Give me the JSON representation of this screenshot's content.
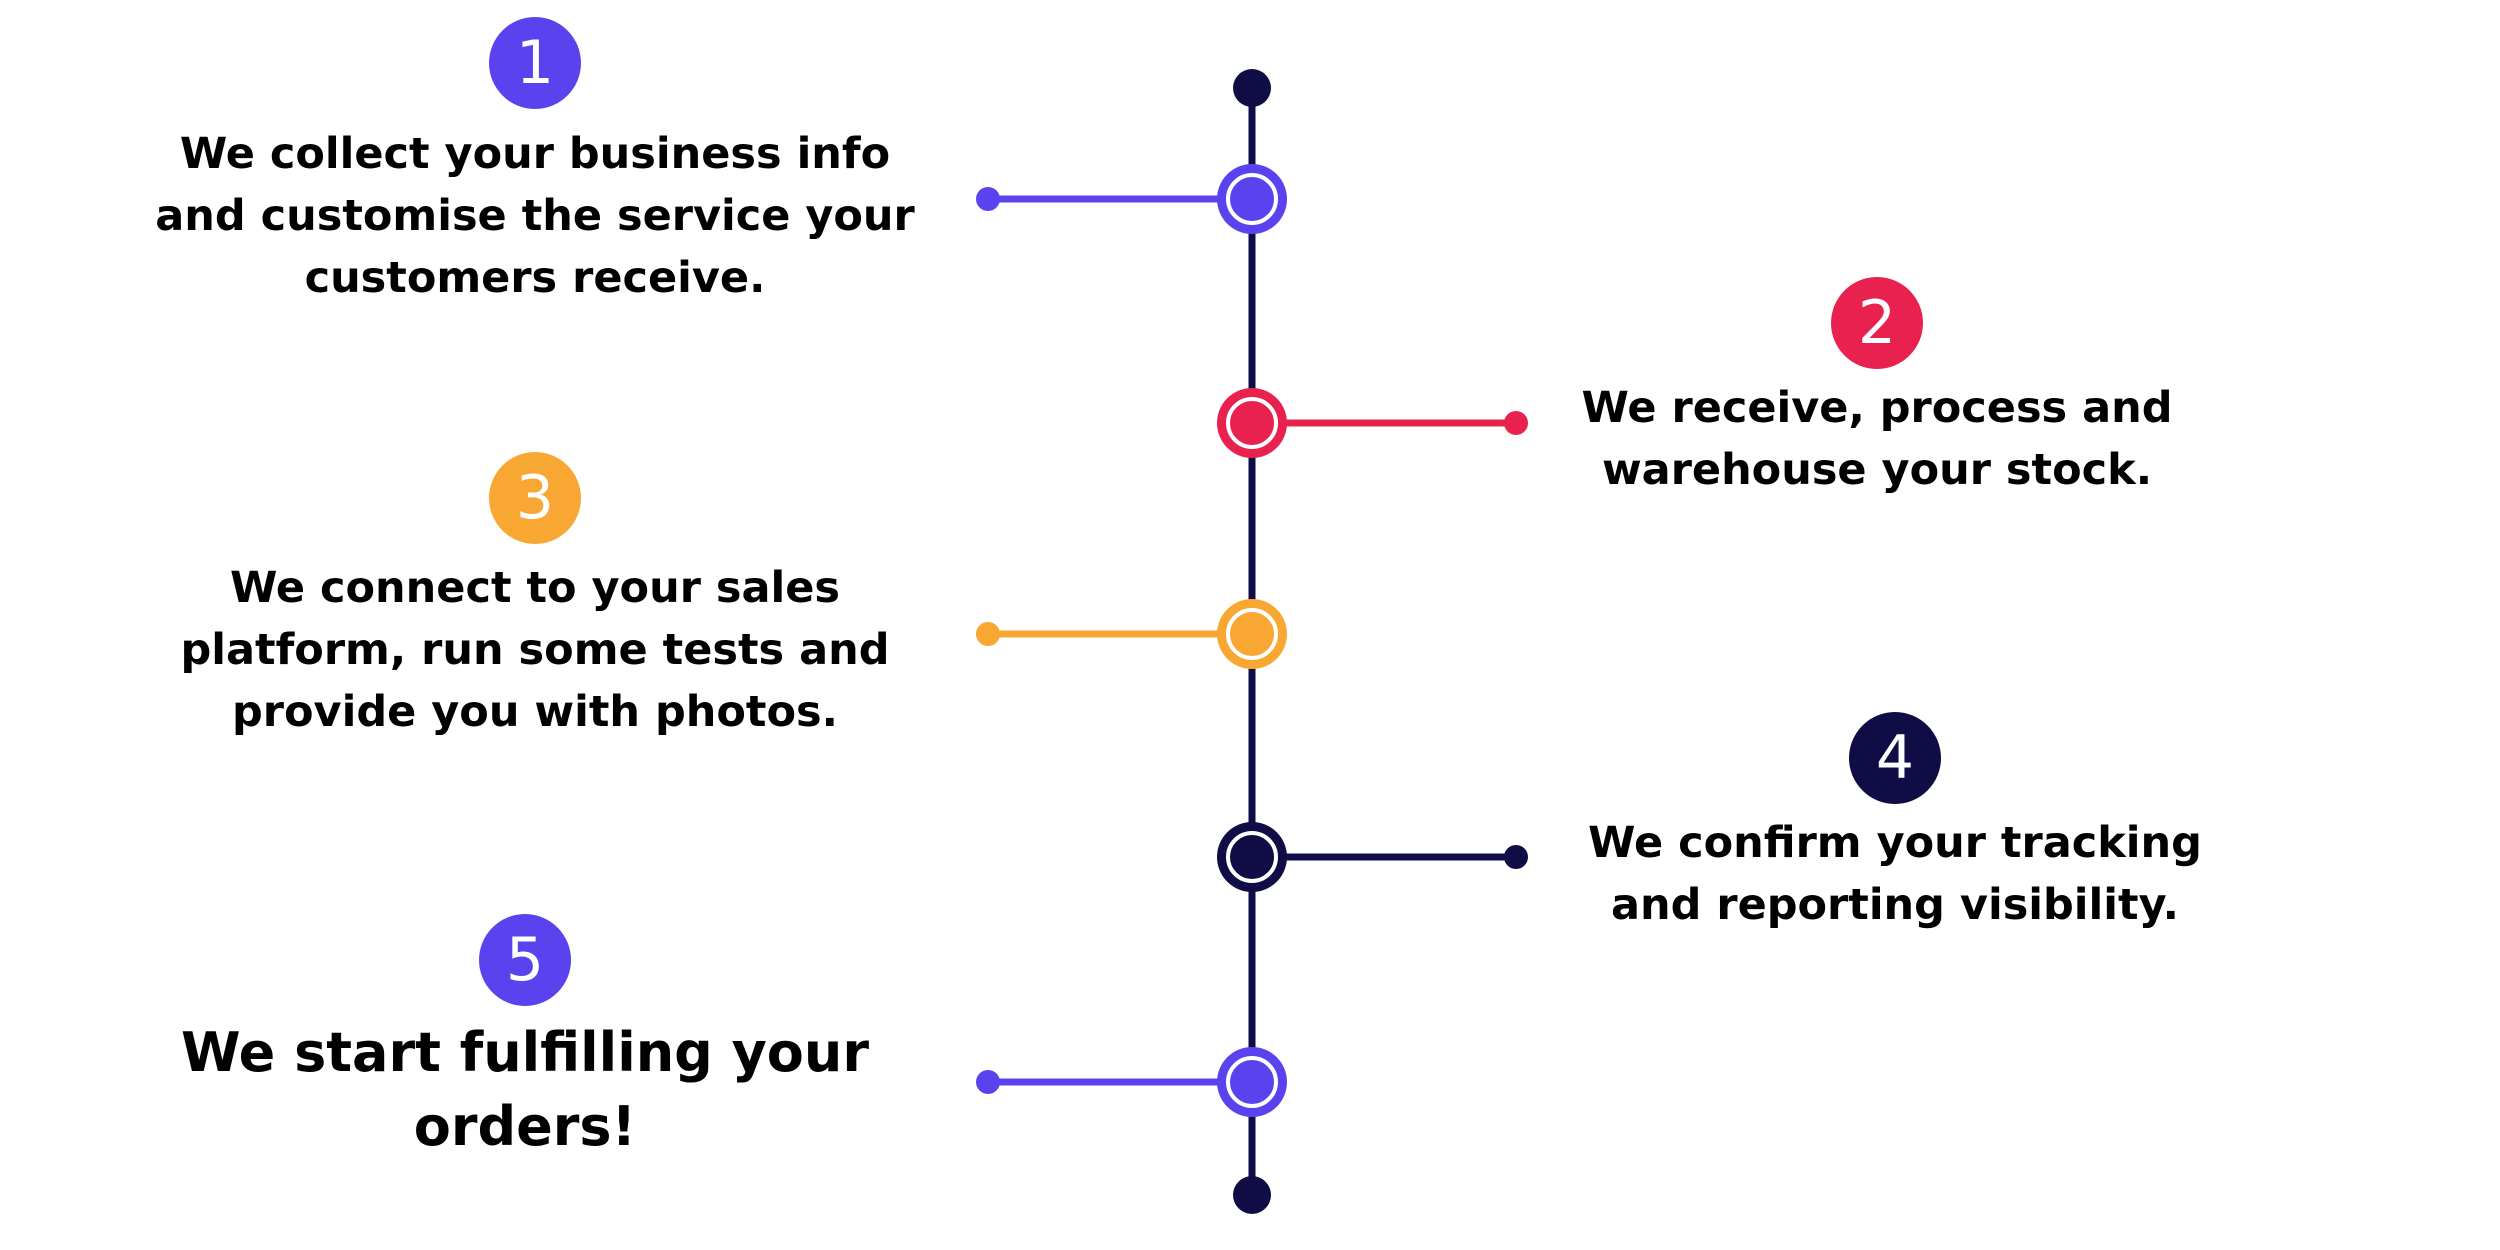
{
  "colors": {
    "purple": "#5a43ef",
    "red": "#e8214f",
    "orange": "#f8a832",
    "navy": "#100c45"
  },
  "steps": [
    {
      "number": "1",
      "color": "#5a43ef",
      "side": "left",
      "text": "We collect your business info\nand customise the service your\ncustomers receive."
    },
    {
      "number": "2",
      "color": "#e8214f",
      "side": "right",
      "text": "We receive, process and\nwarehouse your stock."
    },
    {
      "number": "3",
      "color": "#f8a832",
      "side": "left",
      "text": "We connect to your sales\nplatform, run some tests and\nprovide you with photos."
    },
    {
      "number": "4",
      "color": "#100c45",
      "side": "right",
      "text": "We confirm your tracking\nand reporting visibility."
    },
    {
      "number": "5",
      "color": "#5a43ef",
      "side": "left",
      "text": "We start fulfilling your\norders!"
    }
  ]
}
